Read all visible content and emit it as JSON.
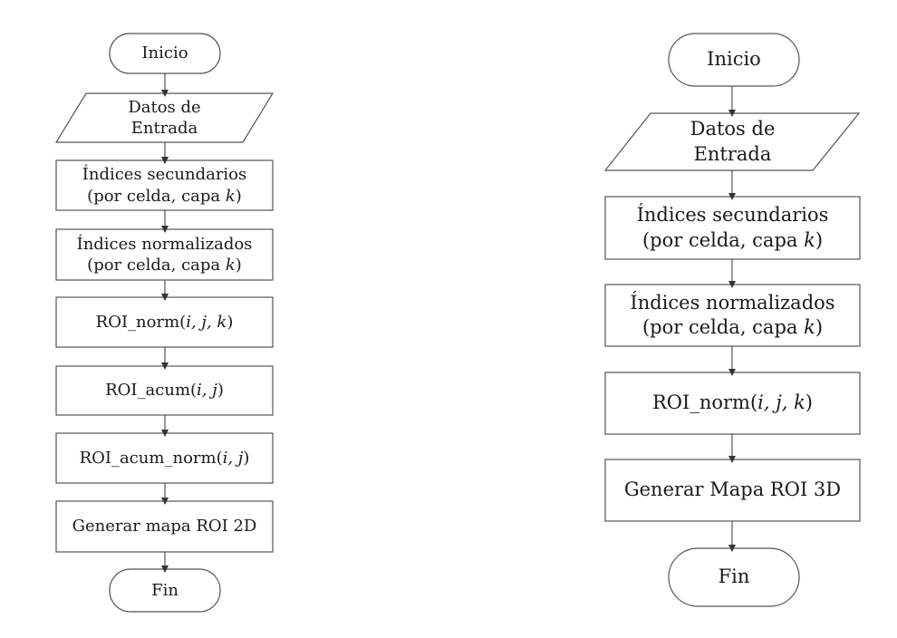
{
  "left_flow": {
    "start": "Inicio",
    "input": {
      "line1": "Datos de",
      "line2": "Entrada"
    },
    "secondary": {
      "line1": "Índices secundarios",
      "line2_pre": "(por celda, capa ",
      "line2_var": "k",
      "line2_post": ")"
    },
    "normalized": {
      "line1": "Índices normalizados",
      "line2_pre": "(por celda, capa ",
      "line2_var": "k",
      "line2_post": ")"
    },
    "roi_norm": {
      "pre": "ROI_norm(",
      "args": "i, j, k",
      "post": ")"
    },
    "roi_acum": {
      "pre": "ROI_acum(",
      "args": "i, j",
      "post": ")"
    },
    "roi_acum_norm": {
      "pre": "ROI_acum_norm(",
      "args": "i, j",
      "post": ")"
    },
    "generate": "Generar mapa ROI 2D",
    "end": "Fin"
  },
  "right_flow": {
    "start": "Inicio",
    "input": {
      "line1": "Datos de",
      "line2": "Entrada"
    },
    "secondary": {
      "line1": "Índices secundarios",
      "line2_pre": "(por celda, capa ",
      "line2_var": "k",
      "line2_post": ")"
    },
    "normalized": {
      "line1": "Índices normalizados",
      "line2_pre": "(por celda, capa ",
      "line2_var": "k",
      "line2_post": ")"
    },
    "roi_norm": {
      "pre": "ROI_norm(",
      "args": "i, j, k",
      "post": ")"
    },
    "generate": "Generar Mapa ROI 3D",
    "end": "Fin"
  }
}
